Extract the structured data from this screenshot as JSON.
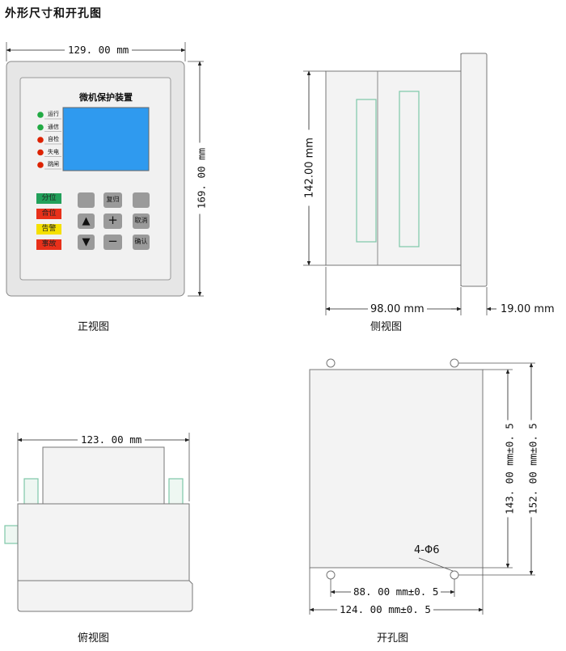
{
  "page_title": "外形尺寸和开孔图",
  "front_view": {
    "caption": "正视图",
    "width_dim": "129. 00 mm",
    "height_dim": "169. 00 mm",
    "device_name": "微机保护装置",
    "indicators": [
      {
        "label": "运行",
        "color": "#22aa44"
      },
      {
        "label": "通信",
        "color": "#22aa44"
      },
      {
        "label": "自检",
        "color": "#dd2200"
      },
      {
        "label": "失电",
        "color": "#dd2200"
      },
      {
        "label": "跳闸",
        "color": "#dd2200"
      }
    ],
    "status_labels": [
      {
        "text": "分位",
        "bg": "#22a05a"
      },
      {
        "text": "合位",
        "bg": "#e8301a"
      },
      {
        "text": "告警",
        "bg": "#f5e000"
      },
      {
        "text": "事故",
        "bg": "#e8301a"
      }
    ],
    "keys": {
      "reset": "复归",
      "up": "▲",
      "down": "▼",
      "plus": "+",
      "minus": "−",
      "cancel": "取消",
      "confirm": "确认"
    },
    "screen_color": "#2f9aef"
  },
  "side_view": {
    "caption": "侧视图",
    "height_dim": "142.00 mm",
    "depth_dim": "98.00 mm",
    "panel_dim": "19.00 mm"
  },
  "top_view": {
    "caption": "俯视图",
    "width_dim": "123. 00 mm"
  },
  "cutout_view": {
    "caption": "开孔图",
    "hole_label": "4-Φ6",
    "inner_width_dim": "88. 00 mm±0. 5",
    "outer_width_dim": "124. 00 mm±0. 5",
    "inner_height_dim": "143. 00 mm±0. 5",
    "outer_height_dim": "152. 00 mm±0. 5"
  }
}
